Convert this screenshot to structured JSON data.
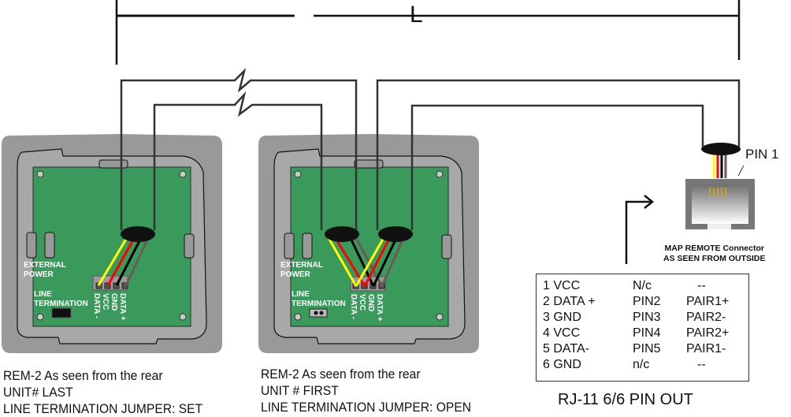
{
  "dimension": {
    "label": "L"
  },
  "units": [
    {
      "id": "last",
      "model_caption": "REM-2 As seen from the rear",
      "unit_caption": "UNIT# LAST",
      "jumper_caption": "LINE TERMINATION JUMPER: SET",
      "jumper_state": "set",
      "labels": {
        "external_power": [
          "EXTERNAL",
          "POWER"
        ],
        "line_termination": [
          "LINE",
          "TERMINATION"
        ]
      },
      "terminals": [
        "DATA -",
        "VCC",
        "GND",
        "DATA +"
      ]
    },
    {
      "id": "first",
      "model_caption": "REM-2 As seen from the rear",
      "unit_caption": "UNIT # FIRST",
      "jumper_caption": "LINE TERMINATION JUMPER: OPEN",
      "jumper_state": "open",
      "labels": {
        "external_power": [
          "EXTERNAL",
          "POWER"
        ],
        "line_termination": [
          "LINE",
          "TERMINATION"
        ]
      },
      "terminals": [
        "DATA -",
        "VCC",
        "GND",
        "DATA +"
      ]
    }
  ],
  "connector": {
    "pin1_label": "PIN 1",
    "caption_line1": "MAP REMOTE Connector",
    "caption_line2": "AS SEEN FROM OUTSIDE"
  },
  "wire_colors": {
    "data_minus": "#ffff00",
    "vcc": "#ff0000",
    "gnd": "#000000",
    "data_plus": "#6b5a55"
  },
  "colors": {
    "pcb": "#3a9a5c",
    "housing": "#999999",
    "cable": "#333333"
  },
  "pinout": {
    "title": "RJ-11 6/6 PIN OUT",
    "rows": [
      {
        "signal": "1 VCC",
        "pin": "N/c",
        "pair": "--"
      },
      {
        "signal": "2 DATA +",
        "pin": "PIN2",
        "pair": "PAIR1+"
      },
      {
        "signal": "3 GND",
        "pin": "PIN3",
        "pair": "PAIR2-"
      },
      {
        "signal": "4 VCC",
        "pin": "PIN4",
        "pair": "PAIR2+"
      },
      {
        "signal": "5 DATA-",
        "pin": "PIN5",
        "pair": "PAIR1-"
      },
      {
        "signal": "6 GND",
        "pin": "n/c",
        "pair": "--"
      }
    ]
  }
}
